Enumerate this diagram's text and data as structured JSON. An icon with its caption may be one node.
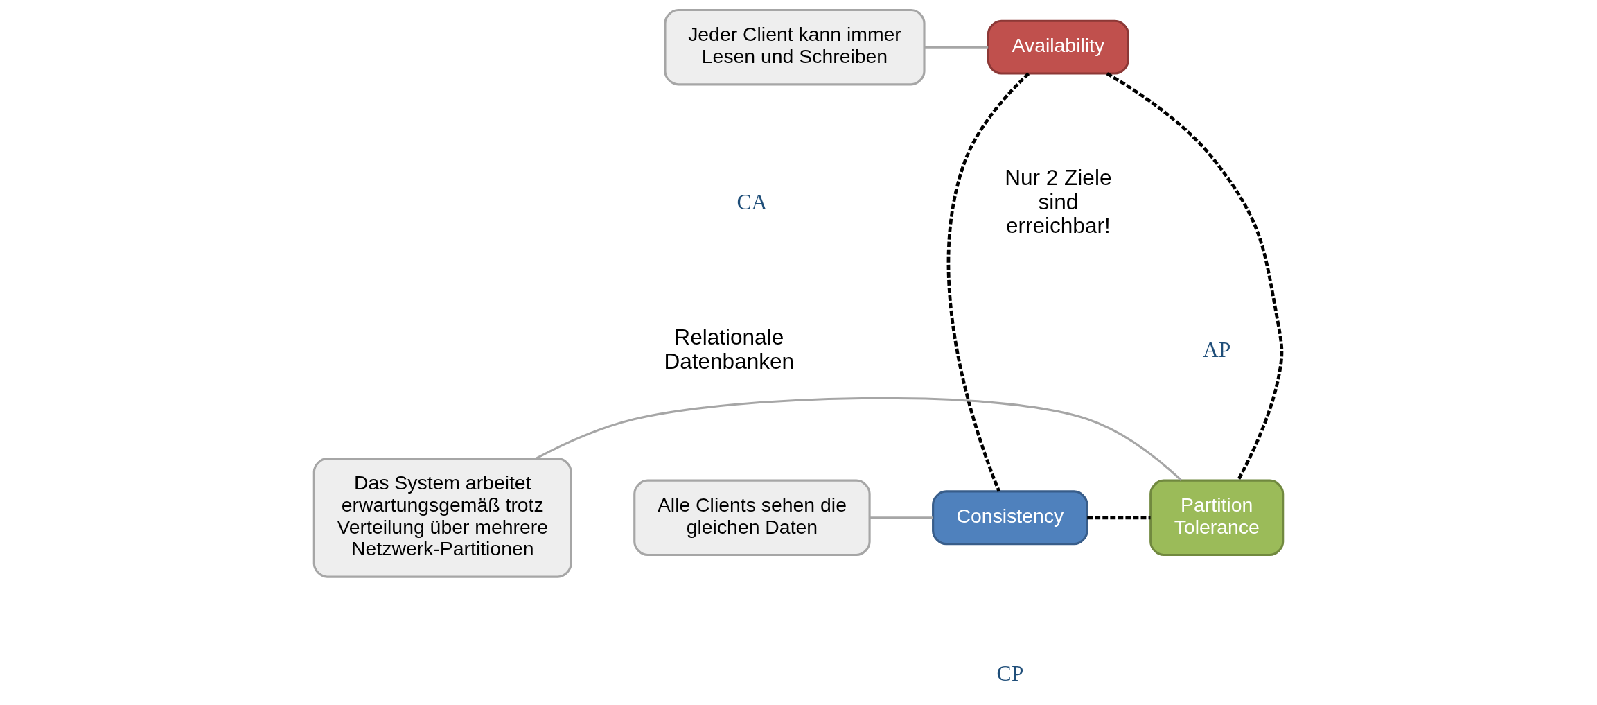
{
  "diagram": {
    "nodes": [
      {
        "text": [
          "Availability"
        ]
      },
      {
        "text": [
          "Jeder Client kann immer Lesen und Schreiben"
        ]
      },
      {
        "text": [
          "Consistency"
        ]
      },
      {
        "text": [
          "Partition Tolerance"
        ]
      },
      {
        "text": [
          "Alle Clients sehen die gleichen Daten"
        ]
      },
      {
        "text": [
          "Das System arbeitet erwartungsgemäß trotz Verteilung über mehrere Netzwerk-Partitionen"
        ]
      }
    ],
    "edges": [
      {
        "from": 0,
        "to": 2,
        "arrow": "none",
        "style": "dashed"
      },
      {
        "from": 0,
        "to": 3,
        "arrow": "none",
        "style": "dashed"
      },
      {
        "from": 2,
        "to": 3,
        "arrow": "none",
        "style": "dashed"
      },
      {
        "from": 1,
        "to": 0,
        "arrow": "none",
        "color": "#a6a6a6"
      },
      {
        "from": 4,
        "to": 2,
        "arrow": "none",
        "color": "#a6a6a6"
      },
      {
        "from": 5,
        "to": 3,
        "arrow": "none",
        "color": "#a6a6a6"
      }
    ],
    "labels": [
      "CA",
      "Relationale Datenbanken",
      "AP",
      "Nur 2 Ziele sind erreichbar!",
      "CP"
    ]
  }
}
